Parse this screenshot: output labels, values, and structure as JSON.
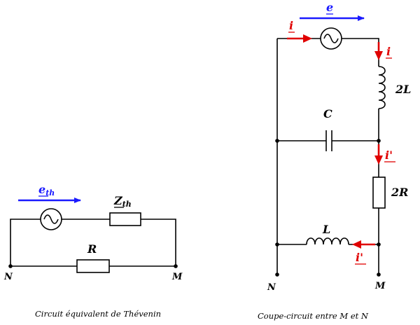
{
  "left_circuit": {
    "source_label": "e",
    "source_label_sub": "th",
    "impedance_label": "Z",
    "impedance_label_sub": "th",
    "resistor_label": "R",
    "node_left": "N",
    "node_right": "M",
    "caption": "Circuit équivalent de Thévenin",
    "source_arrow_color": "#1a1aff"
  },
  "right_circuit": {
    "source_label": "e",
    "current_top": "i",
    "current_right": "i",
    "current_mid": "i'",
    "current_bottom": "i'",
    "capacitor_label": "C",
    "inductor_top_label": "2L",
    "resistor_label": "2R",
    "inductor_bottom_label": "L",
    "node_left": "N",
    "node_right": "M",
    "caption": "Coupe-circuit entre M et N",
    "current_color": "#e00000",
    "source_arrow_color": "#1a1aff"
  }
}
